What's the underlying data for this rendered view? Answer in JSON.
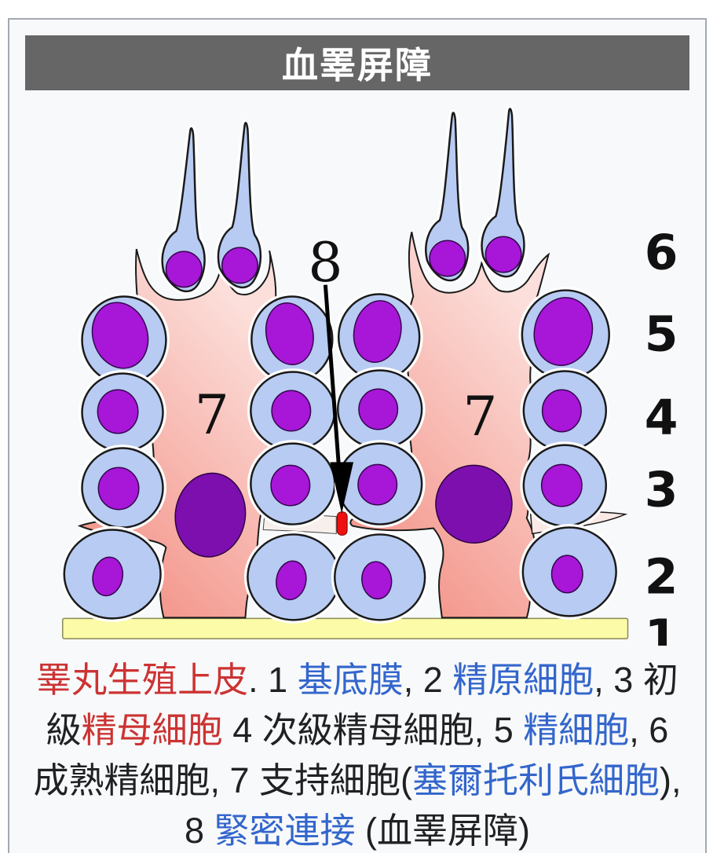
{
  "header": {
    "title": "血睪屏障"
  },
  "diagram": {
    "scale_labels": [
      "6",
      "5",
      "4",
      "3",
      "2",
      "1"
    ],
    "sertoli_label": "7",
    "junction_label": "8"
  },
  "caption": {
    "lines": [
      [
        {
          "text": "睪丸生殖上皮",
          "type": "redlink"
        },
        {
          "text": ". 1 ",
          "type": "plain"
        },
        {
          "text": "基底膜",
          "type": "link"
        },
        {
          "text": ", 2 ",
          "type": "plain"
        },
        {
          "text": "精原細胞",
          "type": "link"
        },
        {
          "text": ", 3 初",
          "type": "plain"
        }
      ],
      [
        {
          "text": "級",
          "type": "plain"
        },
        {
          "text": "精母細胞",
          "type": "redlink"
        },
        {
          "text": " 4 次級精母細胞, 5 ",
          "type": "plain"
        },
        {
          "text": "精細胞",
          "type": "link"
        },
        {
          "text": ", 6",
          "type": "plain"
        }
      ],
      [
        {
          "text": "成熟精細胞, 7 支持細胞(",
          "type": "plain"
        },
        {
          "text": "塞爾托利氏細胞",
          "type": "link"
        },
        {
          "text": "),",
          "type": "plain"
        }
      ],
      [
        {
          "text": "8 ",
          "type": "plain"
        },
        {
          "text": "緊密連接",
          "type": "link"
        },
        {
          "text": " (血睪屏障)",
          "type": "plain"
        }
      ]
    ]
  },
  "colors": {
    "title_bg": "#666666",
    "card_bg": "#f8f9fa",
    "card_border": "#a2a9b1",
    "text_ink": "#202122",
    "link_blue": "#3366cc",
    "red_link": "#cc3333",
    "cell_blue": "#b8cbf2",
    "nucleus_purple": "#a816d8",
    "sertoli_pink_deep": "#f2887c",
    "sertoli_pink_light": "#fcdfdb",
    "sertoli_nucleus": "#7c0fae",
    "membrane_yellow": "#fbfba8",
    "junction_red": "#ee1111",
    "ink": "#1a1a1a"
  }
}
